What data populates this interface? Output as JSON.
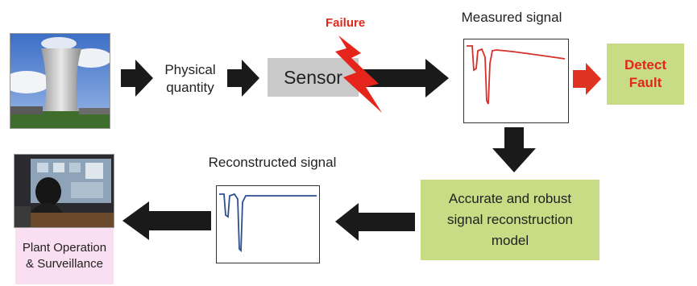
{
  "diagram": {
    "physical_quantity": "Physical quantity",
    "sensor": "Sensor",
    "failure": "Failure",
    "measured_signal": "Measured signal",
    "detect_fault": "Detect Fault",
    "reconstruction_model": "Accurate and robust signal reconstruction model",
    "reconstructed_signal": "Reconstructed signal",
    "plant_operation": "Plant Operation & Surveillance"
  },
  "colors": {
    "arrow": "#1a1a1a",
    "fault_arrow": "#e03222",
    "failure_bolt": "#e5251b",
    "sensor_box": "#c9c9c9",
    "green_box": "#c7dc84",
    "fault_text": "#e0281c",
    "pink_box": "#f9dff1",
    "measured_line": "#d6302a",
    "reconstructed_line": "#2e4f8f"
  },
  "icons": {
    "cooling_tower": "cooling-tower-photo",
    "control_room": "control-room-photo",
    "lightning": "lightning-bolt-icon"
  }
}
